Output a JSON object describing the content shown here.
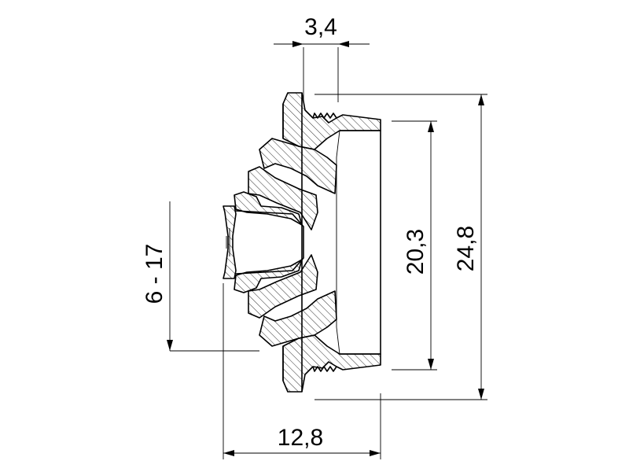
{
  "drawing": {
    "dimensions": {
      "wall": "3,4",
      "inner_diameter": "20,3",
      "outer_diameter": "24,8",
      "clamping_range": "6 - 17",
      "length": "12,8"
    },
    "colors": {
      "line": "#000000",
      "background": "#ffffff"
    }
  }
}
